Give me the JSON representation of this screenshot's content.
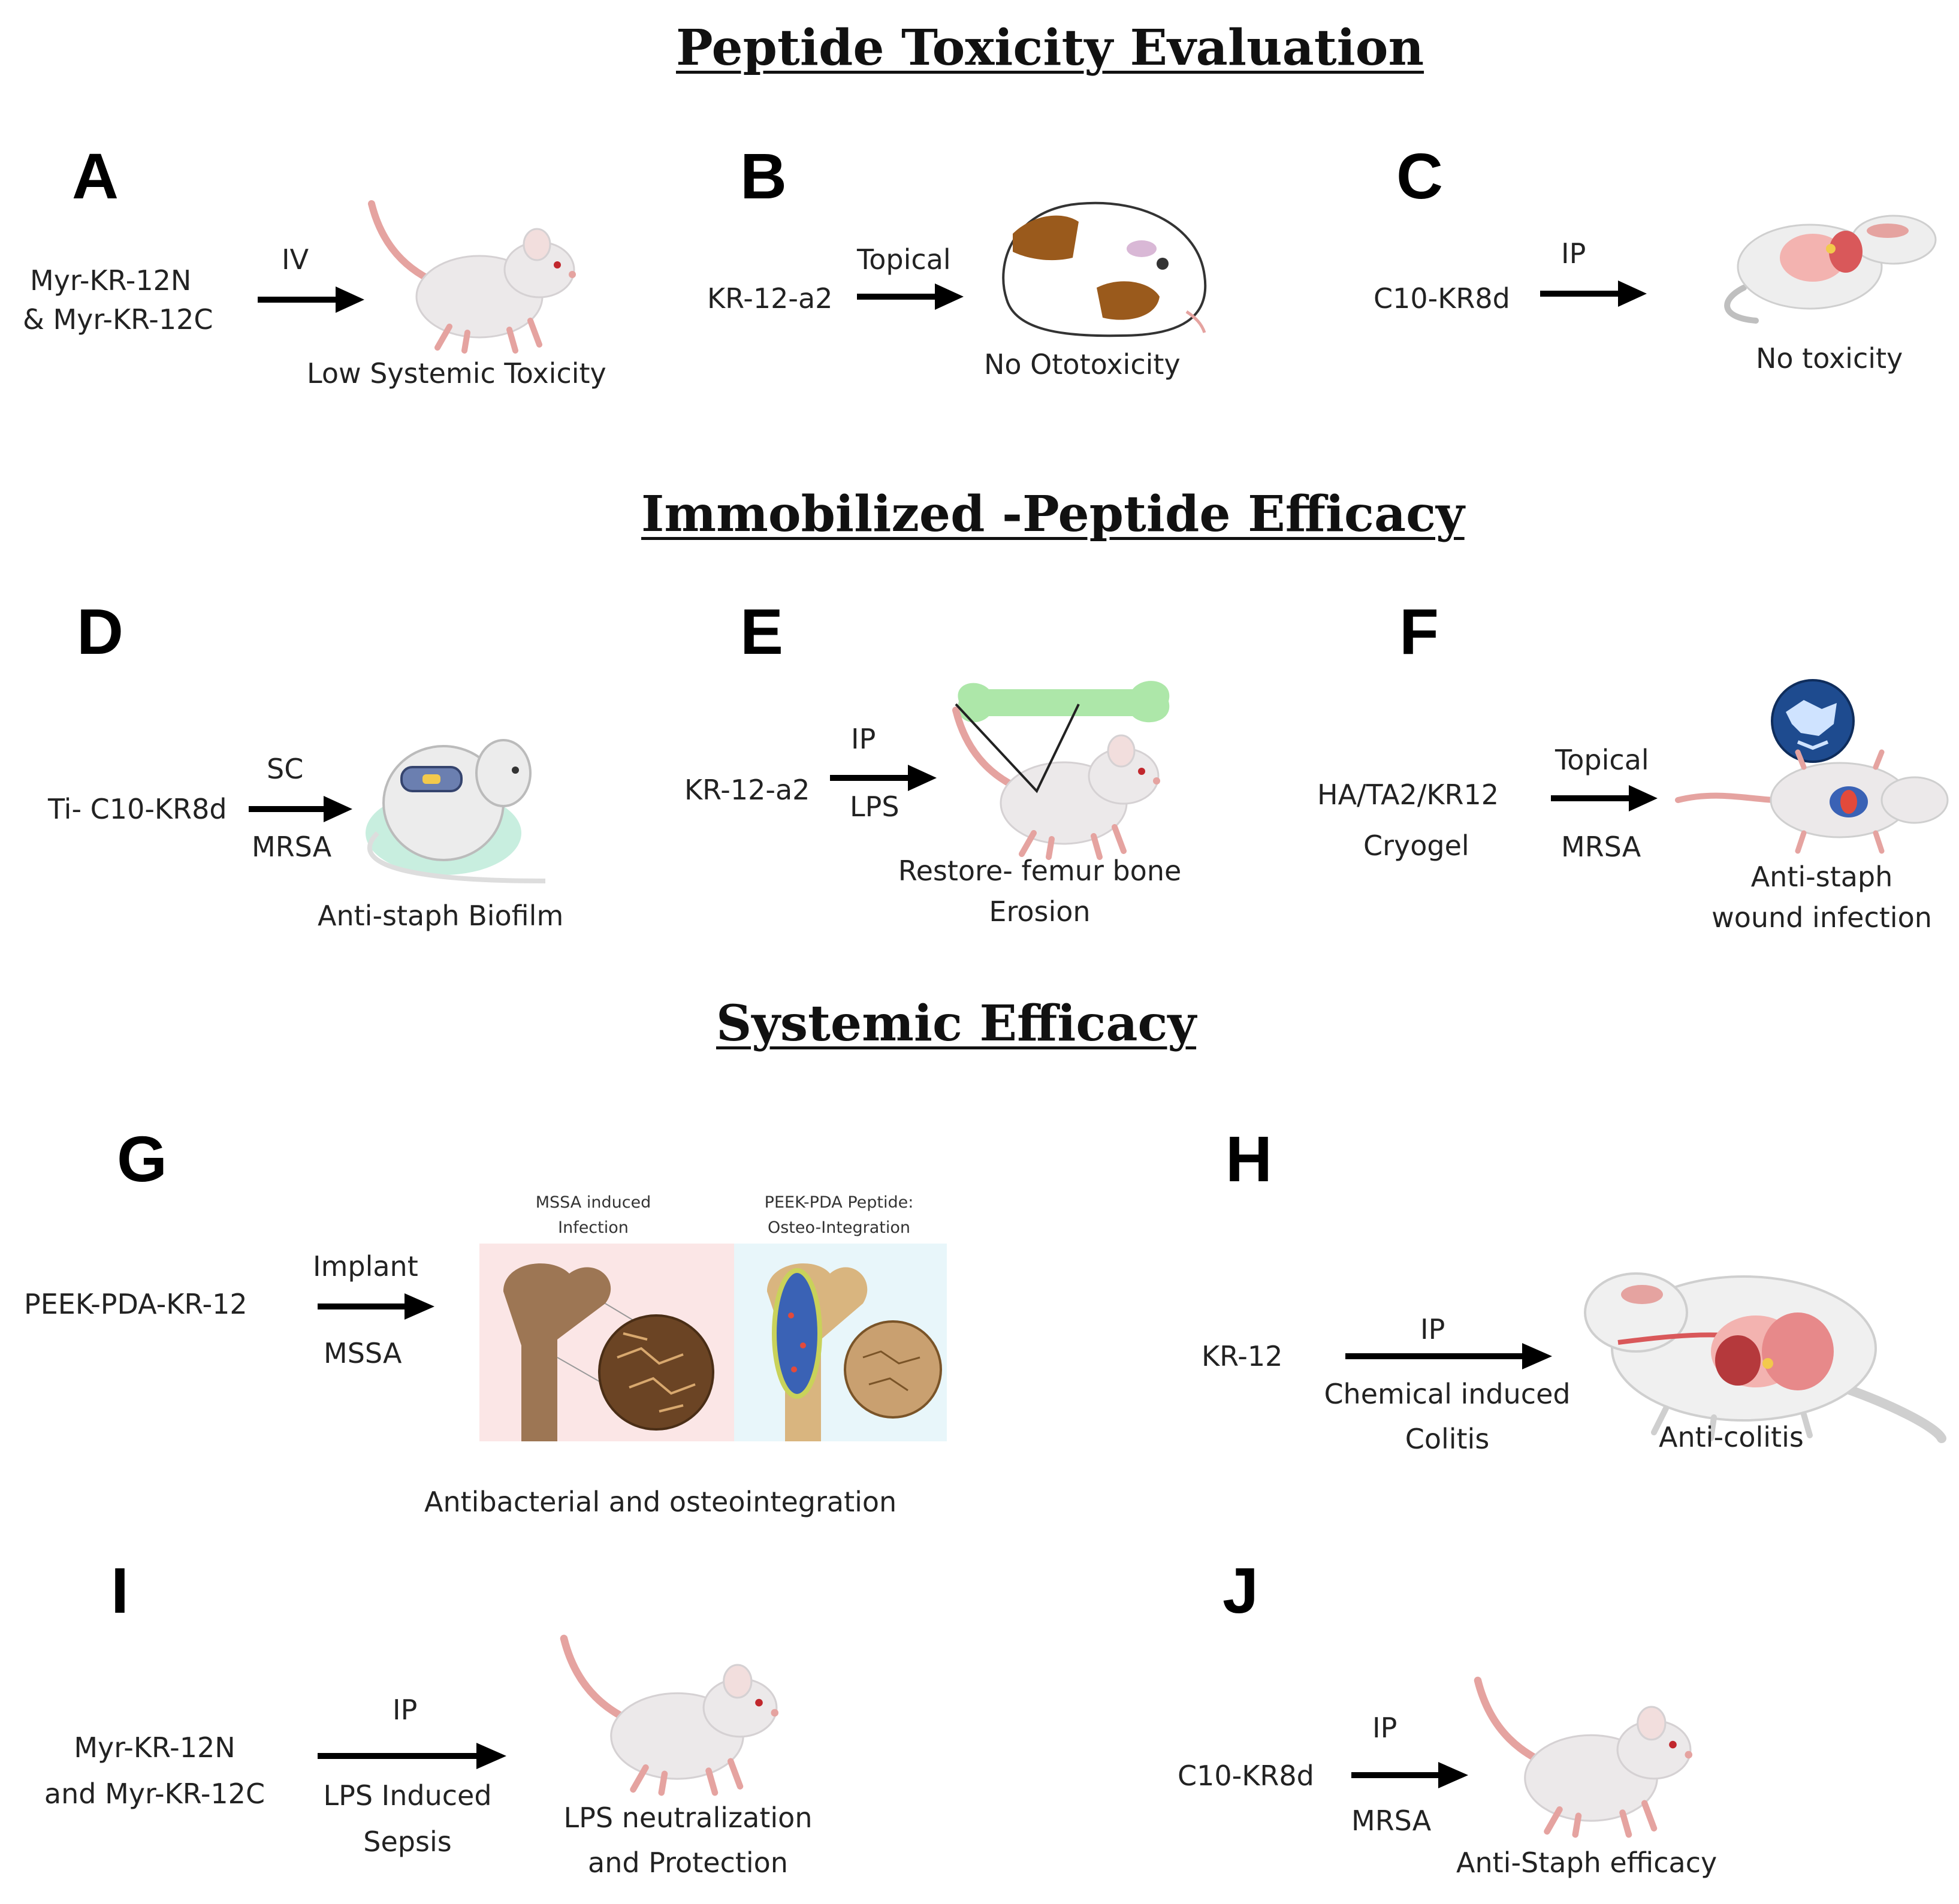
{
  "sections": {
    "toxicity": "Peptide Toxicity Evaluation",
    "immobilized": "Immobilized -Peptide Efficacy",
    "systemic": "Systemic  Efficacy"
  },
  "panels": {
    "A": {
      "letter": "A",
      "peptide_line1": "Myr-KR-12N",
      "peptide_line2": "& Myr-KR-12C",
      "route": "IV",
      "outcome": "Low Systemic Toxicity",
      "animal": "mouse-icon"
    },
    "B": {
      "letter": "B",
      "peptide": "KR-12-a2",
      "route": "Topical",
      "outcome": "No Ototoxicity",
      "animal": "guinea-pig-icon"
    },
    "C": {
      "letter": "C",
      "peptide": "C10-KR8d",
      "route": "IP",
      "outcome": "No toxicity",
      "animal": "mouse-organs-icon"
    },
    "D": {
      "letter": "D",
      "peptide": "Ti- C10-KR8d",
      "route": "SC",
      "condition": "MRSA",
      "outcome": "Anti-staph Biofilm",
      "animal": "mouse-implant-icon"
    },
    "E": {
      "letter": "E",
      "peptide": "KR-12-a2",
      "route": "IP",
      "condition": "LPS",
      "outcome_line1": "Restore- femur bone",
      "outcome_line2": "Erosion",
      "animal": "mouse-femur-icon"
    },
    "F": {
      "letter": "F",
      "peptide_line1": "HA/TA2/KR12",
      "peptide_line2": "Cryogel",
      "route": "Topical",
      "condition": "MRSA",
      "outcome_line1": "Anti-staph",
      "outcome_line2": "wound infection",
      "animal": "mouse-wound-icon"
    },
    "G": {
      "letter": "G",
      "peptide": "PEEK-PDA-KR-12",
      "route": "Implant",
      "condition": "MSSA",
      "image_left_label_line1": "MSSA induced",
      "image_left_label_line2": "Infection",
      "image_right_label_line1": "PEEK-PDA Peptide:",
      "image_right_label_line2": "Osteo-Integration",
      "outcome": "Antibacterial  and  osteointegration",
      "animal": "femur-bone-icon"
    },
    "H": {
      "letter": "H",
      "peptide": "KR-12",
      "route": "IP",
      "condition_line1": "Chemical  induced",
      "condition_line2": "Colitis",
      "outcome": "Anti-colitis",
      "animal": "rat-organs-icon"
    },
    "I": {
      "letter": "I",
      "peptide_line1": "Myr-KR-12N",
      "peptide_line2": "and Myr-KR-12C",
      "route": "IP",
      "condition_line1": "LPS Induced",
      "condition_line2": "Sepsis",
      "outcome_line1": "LPS neutralization",
      "outcome_line2": "and Protection",
      "animal": "mouse-icon"
    },
    "J": {
      "letter": "J",
      "peptide": "C10-KR8d",
      "route": "IP",
      "condition": "MRSA",
      "outcome": "Anti-Staph  efficacy",
      "animal": "mouse-icon"
    }
  },
  "colors": {
    "mouse_body": "#ece9ea",
    "mouse_tail": "#e5a3a0",
    "arrow": "#000000",
    "biofilm": "#c8eedf",
    "femur_green": "#9fe39a",
    "bone_brown": "#8c6239",
    "guinea_patch": "#9a5a1c",
    "organ_red": "#d9585a"
  }
}
